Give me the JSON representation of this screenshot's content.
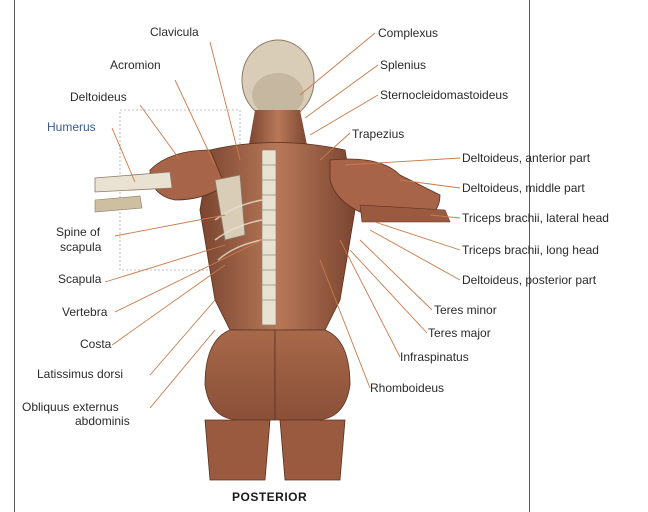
{
  "diagram": {
    "view_title": "POSTERIOR",
    "colors": {
      "muscle": "#a8684a",
      "muscle_dark": "#7a4530",
      "bone": "#e9e2d2",
      "leader_line": "#c97a4a",
      "frame": "#555555",
      "humerus_label": "#3a5a8c"
    },
    "labels_left": {
      "clavicula": "Clavicula",
      "acromion": "Acromion",
      "deltoideus": "Deltoideus",
      "humerus": "Humerus",
      "spine_of_scapula_1": "Spine of",
      "spine_of_scapula_2": "scapula",
      "scapula": "Scapula",
      "vertebra": "Vertebra",
      "costa": "Costa",
      "latissimus_dorsi": "Latissimus dorsi",
      "obliquus_1": "Obliquus externus",
      "obliquus_2": "abdominis"
    },
    "labels_right": {
      "complexus": "Complexus",
      "splenius": "Splenius",
      "sternocleidomastoideus": "Sternocleidomastoideus",
      "trapezius": "Trapezius",
      "deltoideus_anterior": "Deltoideus, anterior part",
      "deltoideus_middle": "Deltoideus, middle part",
      "triceps_lateral": "Triceps brachii, lateral head",
      "triceps_long": "Triceps brachii, long head",
      "deltoideus_posterior": "Deltoideus, posterior part",
      "teres_minor": "Teres minor",
      "teres_major": "Teres major",
      "infraspinatus": "Infraspinatus",
      "rhomboideus": "Rhomboideus"
    }
  }
}
